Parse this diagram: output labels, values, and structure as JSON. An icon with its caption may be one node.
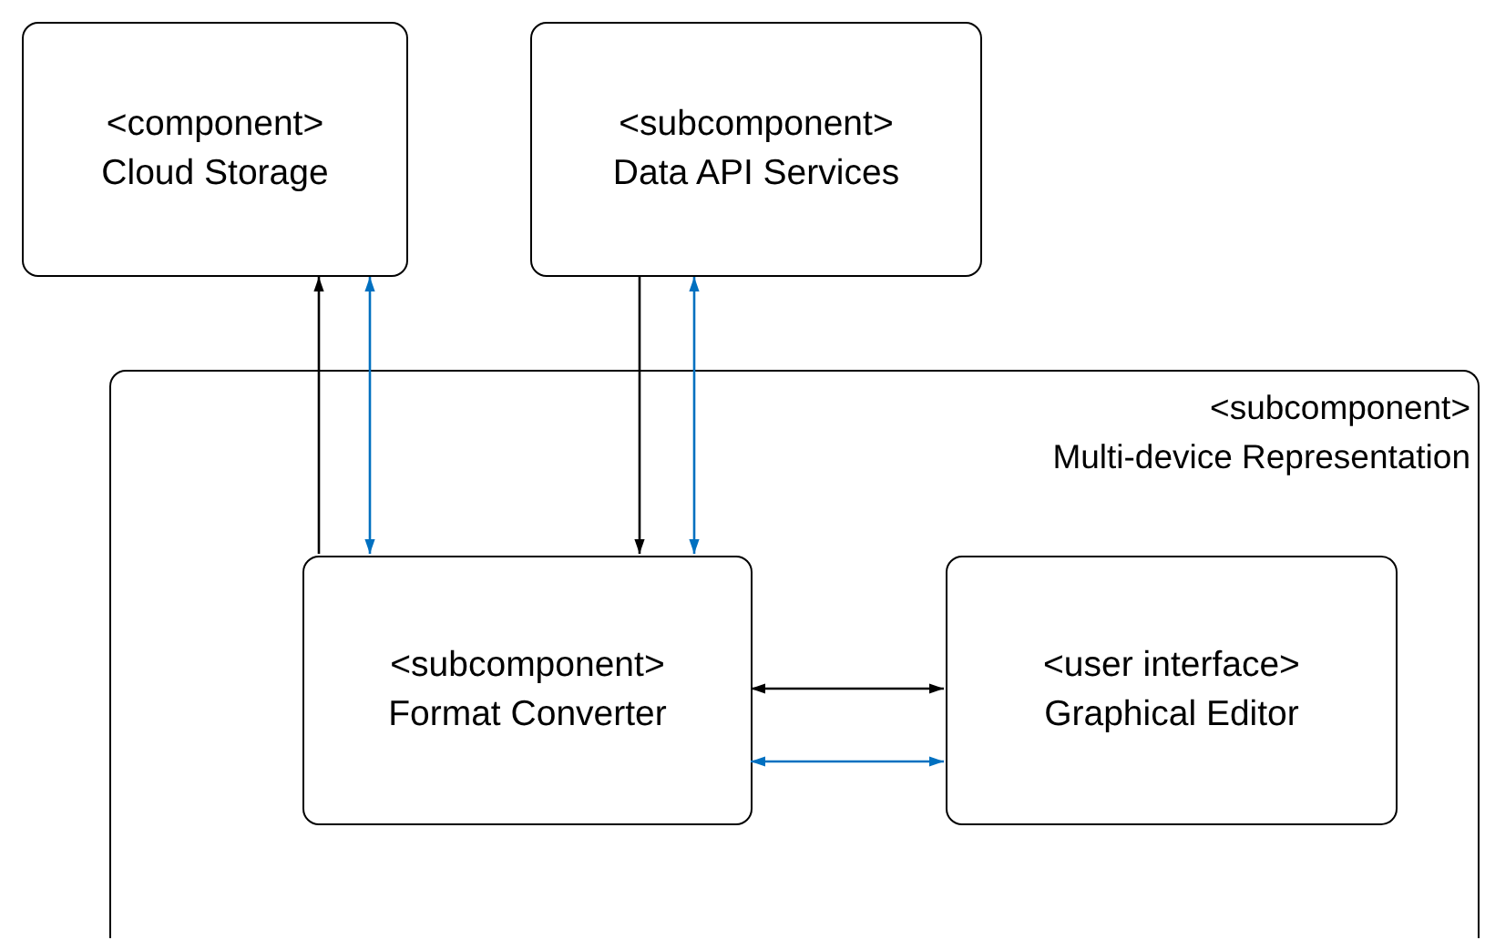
{
  "diagram": {
    "nodes": [
      {
        "text": [
          "<component>",
          "Cloud Storage"
        ]
      },
      {
        "text": [
          "<subcomponent>",
          "Data API Services"
        ]
      },
      {
        "text": [
          "<subcomponent>",
          "Multi-device Representation"
        ]
      },
      {
        "text": [
          "<subcomponent>",
          "Format Converter"
        ],
        "in": 2
      },
      {
        "text": [
          "<user interface>",
          "Graphical Editor"
        ],
        "in": 2
      }
    ],
    "edges": [
      {
        "from": 3,
        "to": 0,
        "arrow": "to"
      },
      {
        "from": 0,
        "to": 3,
        "arrow": "both",
        "color": "#0070c0"
      },
      {
        "from": 1,
        "to": 3,
        "arrow": "to"
      },
      {
        "from": 1,
        "to": 3,
        "arrow": "both",
        "color": "#0070c0"
      },
      {
        "from": 3,
        "to": 4,
        "arrow": "both"
      },
      {
        "from": 3,
        "to": 4,
        "arrow": "both",
        "color": "#0070c0"
      }
    ]
  }
}
